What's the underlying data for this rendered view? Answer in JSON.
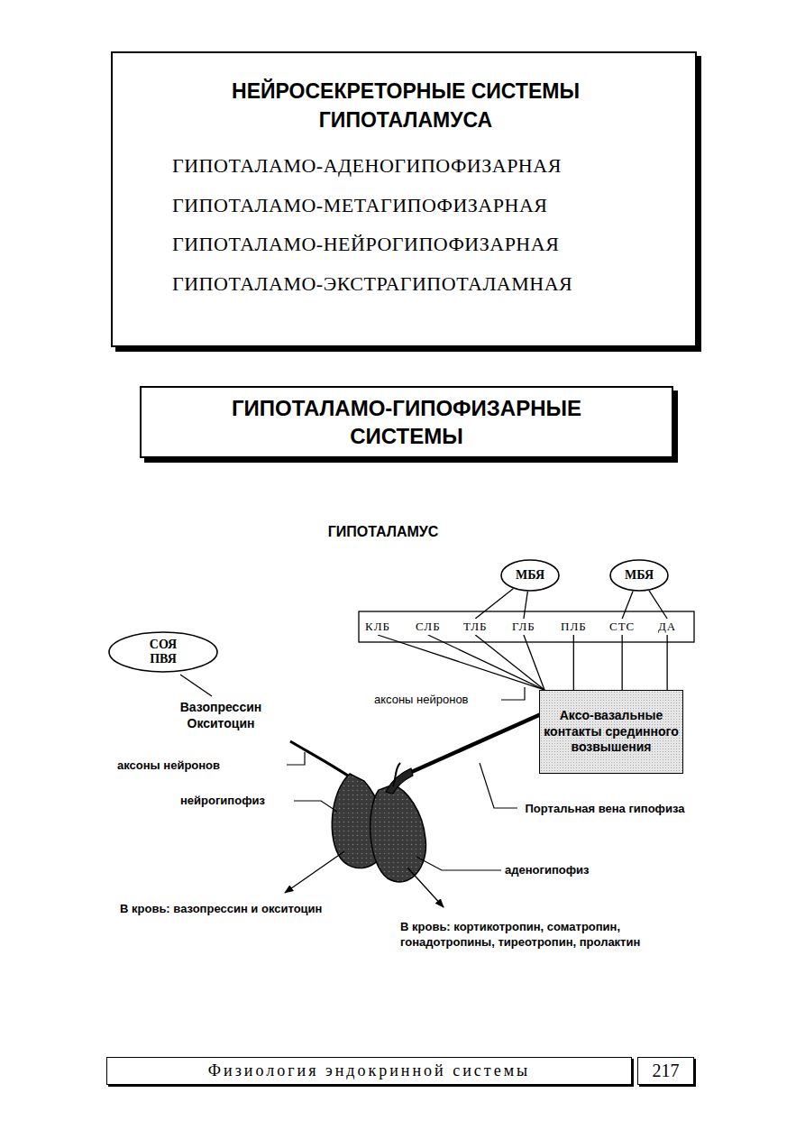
{
  "diagram": {
    "nodes": [
      {
        "text": [
          "НЕЙРОСЕКРЕТОРНЫЕ СИСТЕМЫ ГИПОТАЛАМУСА",
          "ГИПОТАЛАМО-АДЕНОГИПОФИЗАРНАЯ",
          "ГИПОТАЛАМО-МЕТАГИПОФИЗАРНАЯ",
          "ГИПОТАЛАМО-НЕЙРОГИПОФИЗАРНАЯ",
          "ГИПОТАЛАМО-ЭКСТРАГИПОТАЛАМНАЯ"
        ]
      },
      {
        "text": [
          "ГИПОТАЛАМО-ГИПОФИЗАРНЫЕ СИСТЕМЫ"
        ]
      },
      {
        "text": [
          "МБЯ"
        ]
      },
      {
        "text": [
          "МБЯ"
        ]
      },
      {
        "text": [
          "СОЯ ПВЯ"
        ]
      },
      {
        "text": [
          "КЛБ"
        ]
      },
      {
        "text": [
          "СЛБ"
        ]
      },
      {
        "text": [
          "ТЛБ"
        ]
      },
      {
        "text": [
          "ГЛБ"
        ]
      },
      {
        "text": [
          "ПЛБ"
        ]
      },
      {
        "text": [
          "СТС"
        ]
      },
      {
        "text": [
          "ДА"
        ]
      },
      {
        "text": [
          "Аксо-вазальные контакты срединного возвышения"
        ]
      },
      {
        "text": [
          "Физиология эндокринной системы"
        ]
      },
      {
        "text": [
          "217"
        ]
      }
    ],
    "edges": [
      {
        "from": 2,
        "to": 7,
        "arrow": "none"
      },
      {
        "from": 2,
        "to": 8,
        "arrow": "none"
      },
      {
        "from": 3,
        "to": 10,
        "arrow": "none"
      },
      {
        "from": 3,
        "to": 11,
        "arrow": "none"
      },
      {
        "from": 5,
        "to": 12,
        "arrow": "none"
      },
      {
        "from": 6,
        "to": 12,
        "arrow": "none"
      },
      {
        "from": 7,
        "to": 12,
        "arrow": "none"
      },
      {
        "from": 8,
        "to": 12,
        "arrow": "none"
      },
      {
        "from": 9,
        "to": 12,
        "arrow": "none"
      },
      {
        "from": 10,
        "to": 12,
        "arrow": "none"
      },
      {
        "from": 11,
        "to": 12,
        "arrow": "none"
      }
    ],
    "labels": [
      "ГИПОТАЛАМУС",
      "Вазопрессин Окситоцин",
      "аксоны нейронов",
      "аксоны нейронов",
      "нейрогипофиз",
      "Портальная вена гипофиза",
      "аденогипофиз",
      "В кровь: вазопрессин и окситоцин",
      "В кровь: кортикотропин, соматропин, гонадотропины, тиреотропин, пролактин"
    ]
  }
}
